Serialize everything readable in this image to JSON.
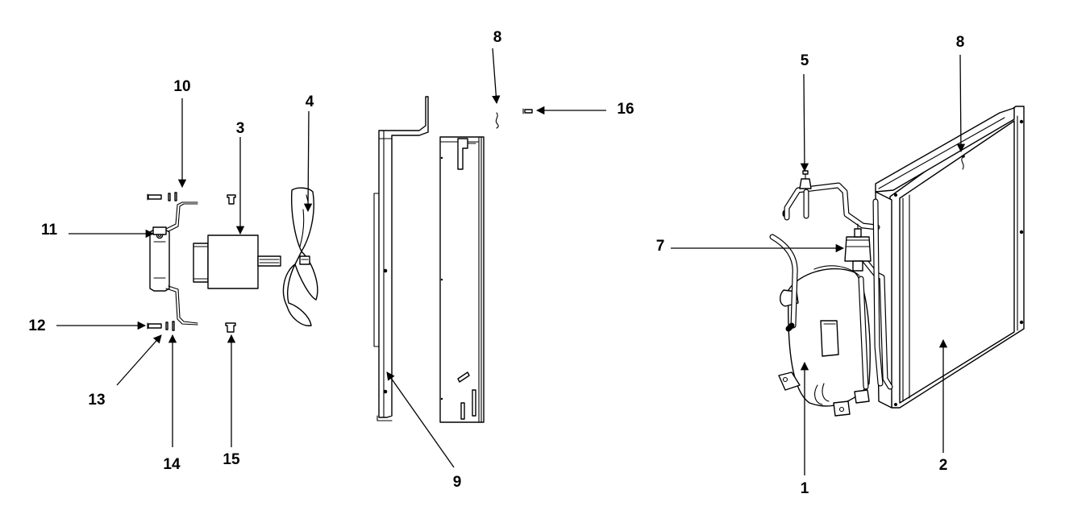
{
  "callouts": {
    "c1": "1",
    "c2": "2",
    "c3": "3",
    "c4": "4",
    "c5": "5",
    "c7": "7",
    "c8a": "8",
    "c8b": "8",
    "c9": "9",
    "c10": "10",
    "c11": "11",
    "c12": "12",
    "c13": "13",
    "c14": "14",
    "c15": "15",
    "c16": "16"
  },
  "colors": {
    "line": "#000000",
    "background": "#ffffff"
  }
}
